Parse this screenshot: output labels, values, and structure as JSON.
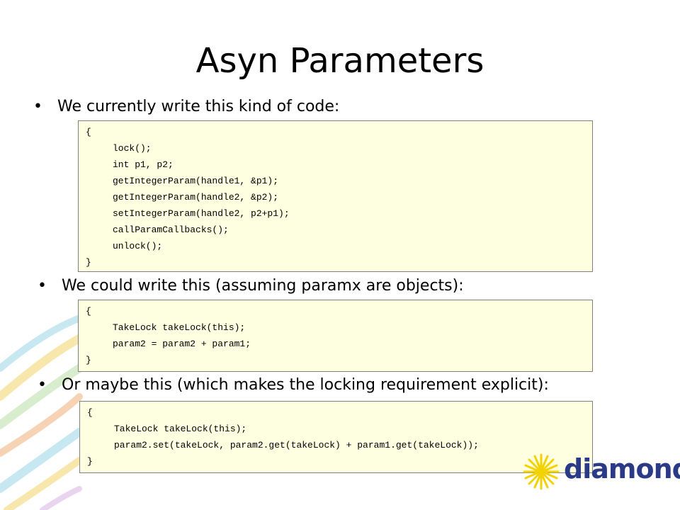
{
  "slide": {
    "title": "Asyn Parameters",
    "bullet_char": "•",
    "bullets": [
      "We currently write this kind of code:",
      "We could write this (assuming paramx are objects):",
      "Or maybe this (which makes the locking requirement explicit):"
    ],
    "code_blocks": [
      [
        "{",
        "lock();",
        "int p1, p2;",
        "getIntegerParam(handle1, &p1);",
        "getIntegerParam(handle2, &p2);",
        "setIntegerParam(handle2, p2+p1);",
        "callParamCallbacks();",
        "unlock();",
        "}"
      ],
      [
        "{",
        "TakeLock takeLock(this);",
        "param2 = param2 + param1;",
        "}"
      ],
      [
        "{",
        "TakeLock takeLock(this);",
        "param2.set(takeLock, param2.get(takeLock) + param1.get(takeLock));",
        "}"
      ]
    ],
    "logo_text": "diamond",
    "colors": {
      "code_bg": "#fefee0",
      "logo_blue": "#2b3a86",
      "logo_yellow": "#f2d200"
    }
  }
}
